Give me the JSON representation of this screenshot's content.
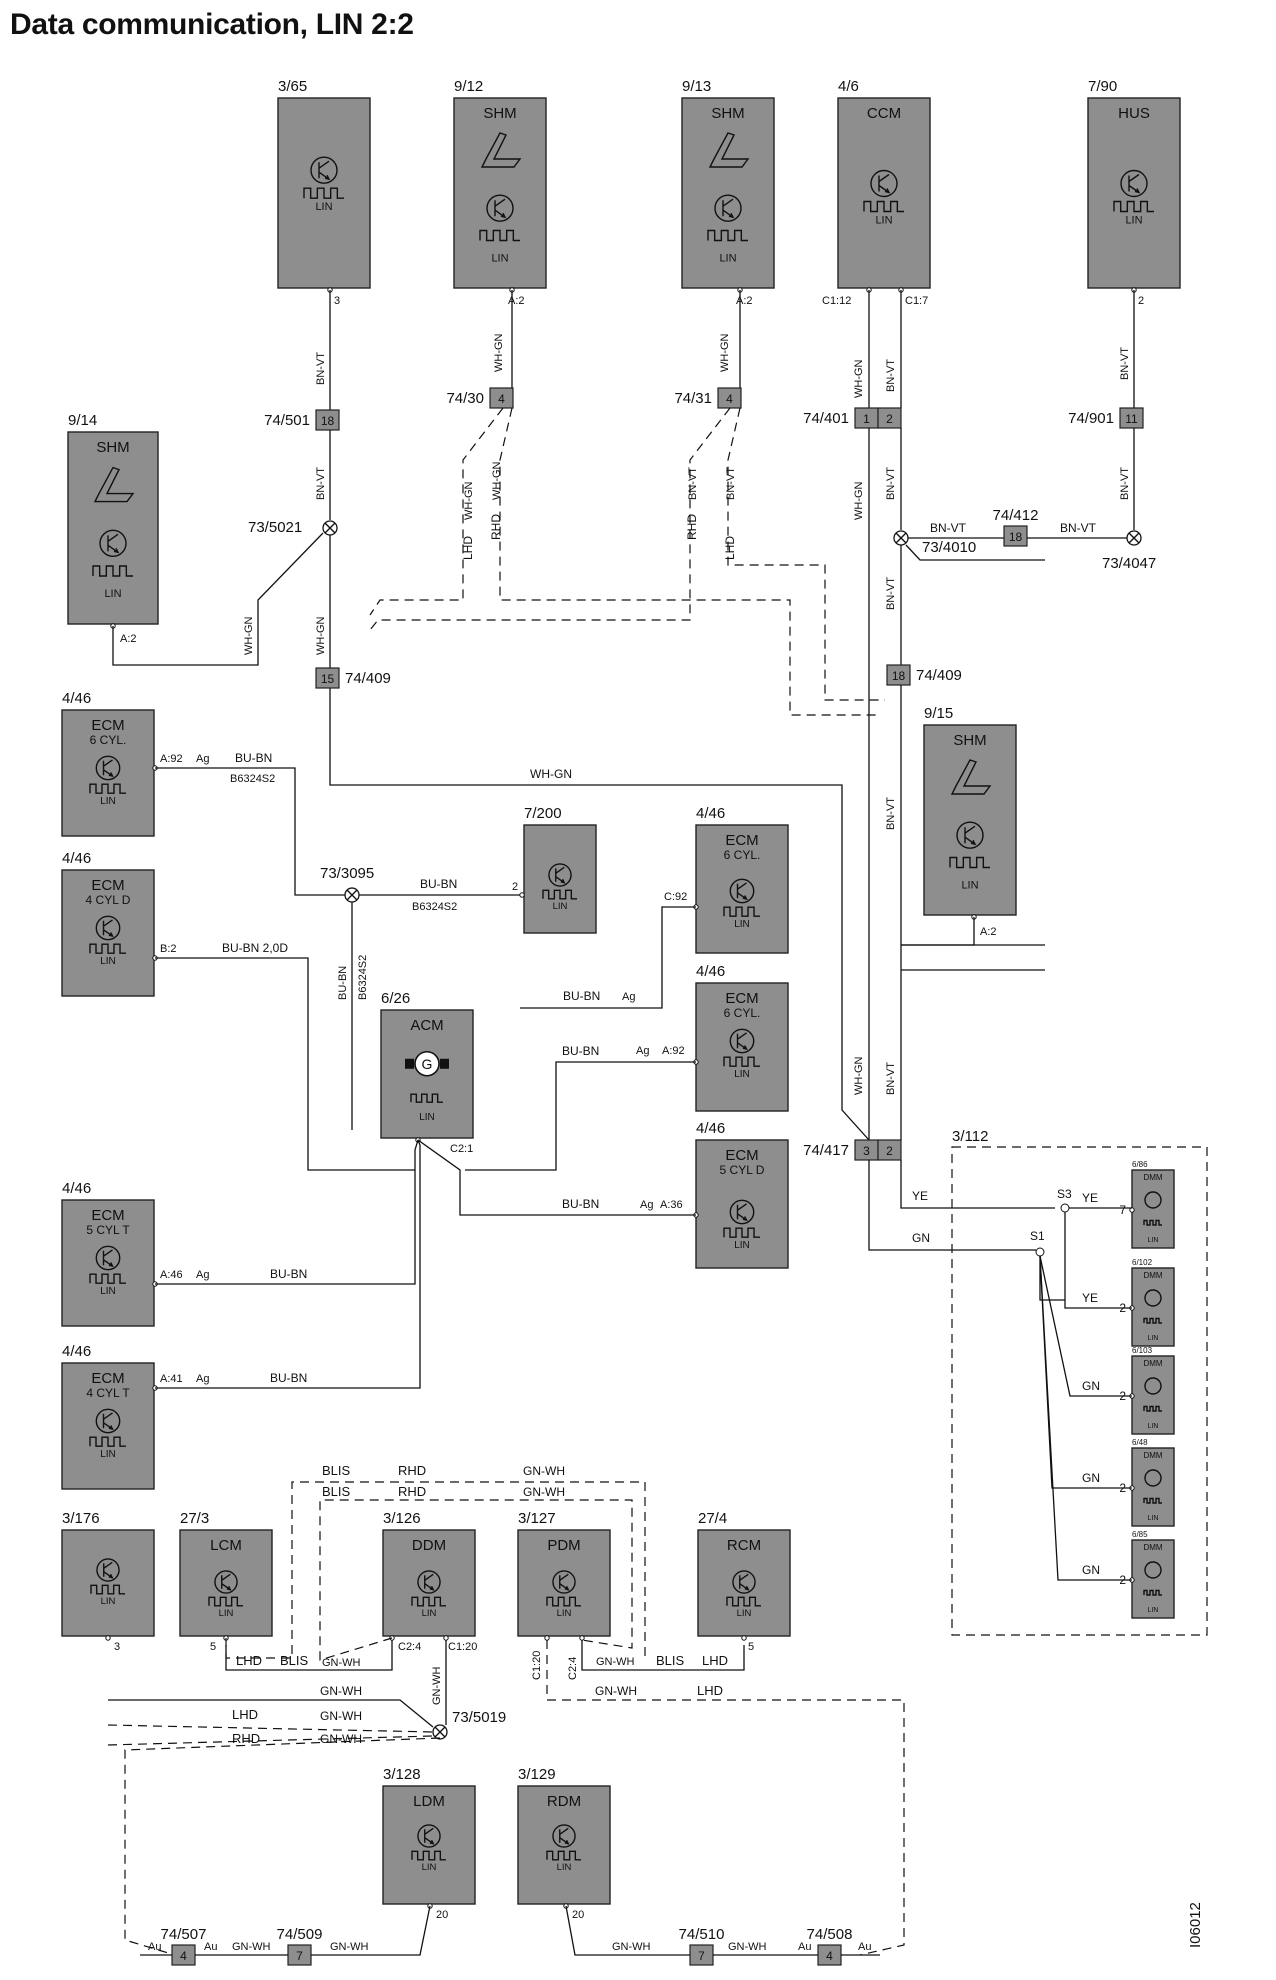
{
  "title": "Data communication, LIN 2:2",
  "modules": [
    {
      "key": "m365",
      "id": "3/65",
      "name": "",
      "kind": "lin",
      "pin": "3"
    },
    {
      "key": "m912",
      "id": "9/12",
      "name": "SHM",
      "kind": "seat",
      "pin": "A:2"
    },
    {
      "key": "m913",
      "id": "9/13",
      "name": "SHM",
      "kind": "seat",
      "pin": "A:2"
    },
    {
      "key": "m46a",
      "id": "4/6",
      "name": "CCM",
      "kind": "lin",
      "pins": [
        "C1:12",
        "C1:7"
      ]
    },
    {
      "key": "m790",
      "id": "7/90",
      "name": "HUS",
      "kind": "lin",
      "pin": "2"
    },
    {
      "key": "m914",
      "id": "9/14",
      "name": "SHM",
      "kind": "seat",
      "pin": "A:2"
    },
    {
      "key": "m915",
      "id": "9/15",
      "name": "SHM",
      "kind": "seat",
      "pin": "A:2"
    },
    {
      "key": "e1",
      "id": "4/46",
      "name": "ECM",
      "sub": "6 CYL.",
      "kind": "lin",
      "pin": "A:92",
      "note": "Ag"
    },
    {
      "key": "e2",
      "id": "4/46",
      "name": "ECM",
      "sub": "4 CYL D",
      "kind": "lin",
      "pin": "B:2"
    },
    {
      "key": "m7200",
      "id": "7/200",
      "name": "",
      "kind": "lin",
      "pin": "2"
    },
    {
      "key": "e3",
      "id": "4/46",
      "name": "ECM",
      "sub": "6 CYL.",
      "kind": "lin",
      "pin": "C:92"
    },
    {
      "key": "e4",
      "id": "4/46",
      "name": "ECM",
      "sub": "6 CYL.",
      "kind": "lin",
      "pin": "A:92",
      "note": "Ag"
    },
    {
      "key": "acm",
      "id": "6/26",
      "name": "ACM",
      "kind": "gen",
      "pin": "C2:1"
    },
    {
      "key": "e5",
      "id": "4/46",
      "name": "ECM",
      "sub": "5 CYL D",
      "kind": "lin",
      "pin": "A:36",
      "note": "Ag"
    },
    {
      "key": "e6",
      "id": "4/46",
      "name": "ECM",
      "sub": "5 CYL T",
      "kind": "lin",
      "pin": "A:46",
      "note": "Ag"
    },
    {
      "key": "e7",
      "id": "4/46",
      "name": "ECM",
      "sub": "4 CYL T",
      "kind": "lin",
      "pin": "A:41",
      "note": "Ag"
    },
    {
      "key": "m3176",
      "id": "3/176",
      "name": "",
      "kind": "lin",
      "pin": "3"
    },
    {
      "key": "lcm",
      "id": "27/3",
      "name": "LCM",
      "kind": "lin",
      "pin": "5"
    },
    {
      "key": "ddm",
      "id": "3/126",
      "name": "DDM",
      "kind": "lin",
      "pins": [
        "C2:4",
        "C1:20"
      ]
    },
    {
      "key": "pdm",
      "id": "3/127",
      "name": "PDM",
      "kind": "lin",
      "pins": [
        "C1:20",
        "C2:4"
      ]
    },
    {
      "key": "rcm",
      "id": "27/4",
      "name": "RCM",
      "kind": "lin",
      "pin": "5"
    },
    {
      "key": "ldm",
      "id": "3/128",
      "name": "LDM",
      "kind": "lin",
      "pin": "20"
    },
    {
      "key": "rdm",
      "id": "3/129",
      "name": "RDM",
      "kind": "lin",
      "pin": "20"
    }
  ],
  "dmm_group": {
    "id": "3/112",
    "modules": [
      {
        "id": "6/86",
        "name": "DMM",
        "pin": "7",
        "wire": "YE"
      },
      {
        "id": "6/102",
        "name": "DMM",
        "pin": "2",
        "wire": "YE"
      },
      {
        "id": "6/103",
        "name": "DMM",
        "pin": "2",
        "wire": "GN"
      },
      {
        "id": "6/48",
        "name": "DMM",
        "pin": "2",
        "wire": "GN"
      },
      {
        "id": "6/85",
        "name": "DMM",
        "pin": "2",
        "wire": "GN"
      }
    ],
    "splices": [
      "S3",
      "S1"
    ]
  },
  "connectors": [
    {
      "key": "c501",
      "id": "74/501",
      "pins": [
        "18"
      ]
    },
    {
      "key": "c30",
      "id": "74/30",
      "pins": [
        "4"
      ]
    },
    {
      "key": "c31",
      "id": "74/31",
      "pins": [
        "4"
      ]
    },
    {
      "key": "c401",
      "id": "74/401",
      "pins": [
        "1",
        "2"
      ]
    },
    {
      "key": "c901",
      "id": "74/901",
      "pins": [
        "11"
      ]
    },
    {
      "key": "c412",
      "id": "74/412",
      "pins": [
        "18"
      ]
    },
    {
      "key": "c409a",
      "id": "74/409",
      "pins": [
        "15"
      ]
    },
    {
      "key": "c409b",
      "id": "74/409",
      "pins": [
        "18"
      ]
    },
    {
      "key": "c417",
      "id": "74/417",
      "pins": [
        "3",
        "2"
      ]
    },
    {
      "key": "c507",
      "id": "74/507",
      "pins": [
        "4"
      ]
    },
    {
      "key": "c509",
      "id": "74/509",
      "pins": [
        "7"
      ]
    },
    {
      "key": "c510",
      "id": "74/510",
      "pins": [
        "7"
      ]
    },
    {
      "key": "c508",
      "id": "74/508",
      "pins": [
        "4"
      ]
    }
  ],
  "splices": [
    {
      "key": "s5021",
      "id": "73/5021"
    },
    {
      "key": "s4010",
      "id": "73/4010"
    },
    {
      "key": "s4047",
      "id": "73/4047"
    },
    {
      "key": "s3095",
      "id": "73/3095"
    },
    {
      "key": "s5019",
      "id": "73/5019"
    }
  ],
  "wires": {
    "bnvt": "BN-VT",
    "whgn": "WH-GN",
    "bubn": "BU-BN",
    "gnwh": "GN-WH",
    "ye": "YE",
    "gn": "GN",
    "au": "Au",
    "lhd": "LHD",
    "rhd": "RHD",
    "blis": "BLIS",
    "ag": "Ag",
    "b6324": "B6324S2",
    "d20": "2,0D"
  },
  "lin_label": "LIN",
  "figure_id": "I06012",
  "colors": {
    "module_fill": "#8e8e8e",
    "line": "#111111",
    "background": "#ffffff"
  }
}
